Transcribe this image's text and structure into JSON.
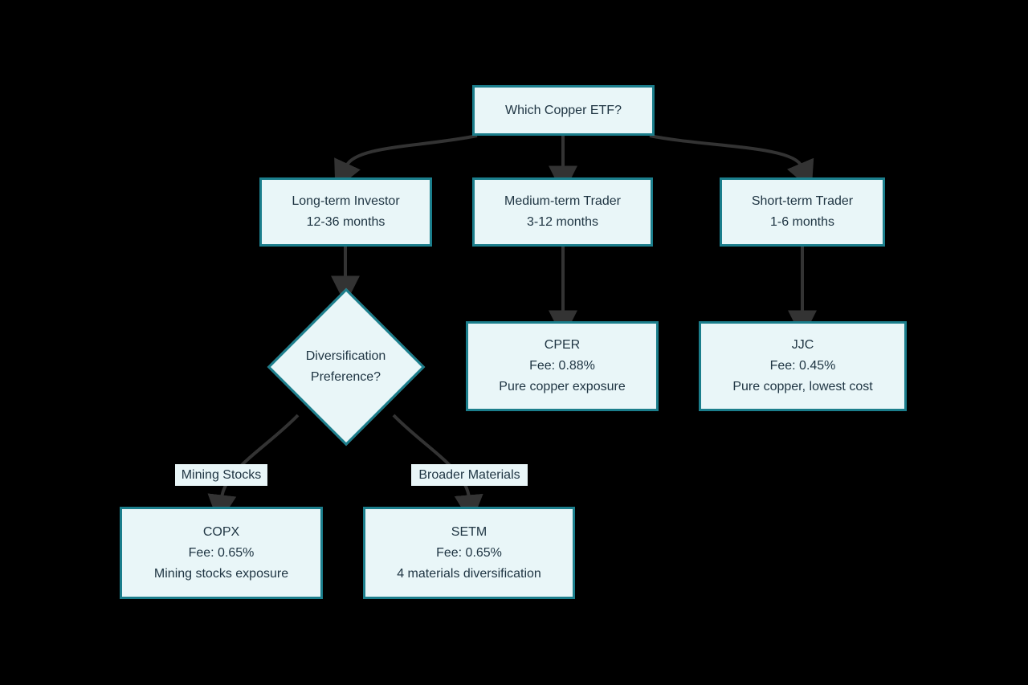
{
  "nodes": {
    "root": {
      "label": "Which Copper ETF?"
    },
    "long_term": {
      "line1": "Long-term Investor",
      "line2": "12-36 months"
    },
    "medium_term": {
      "line1": "Medium-term Trader",
      "line2": "3-12 months"
    },
    "short_term": {
      "line1": "Short-term Trader",
      "line2": "1-6 months"
    },
    "diversification": {
      "line1": "Diversification",
      "line2": "Preference?"
    },
    "cper": {
      "ticker": "CPER",
      "fee": "Fee: 0.88%",
      "desc": "Pure copper exposure"
    },
    "jjc": {
      "ticker": "JJC",
      "fee": "Fee: 0.45%",
      "desc": "Pure copper, lowest cost"
    },
    "copx": {
      "ticker": "COPX",
      "fee": "Fee: 0.65%",
      "desc": "Mining stocks exposure"
    },
    "setm": {
      "ticker": "SETM",
      "fee": "Fee: 0.65%",
      "desc": "4 materials diversification"
    }
  },
  "edge_labels": {
    "mining_stocks": "Mining Stocks",
    "broader_materials": "Broader Materials"
  },
  "colors": {
    "background": "#000000",
    "node_fill": "#e9f6f8",
    "node_border": "#1b7e8c",
    "edge_stroke": "#333333",
    "text": "#1e3442"
  }
}
